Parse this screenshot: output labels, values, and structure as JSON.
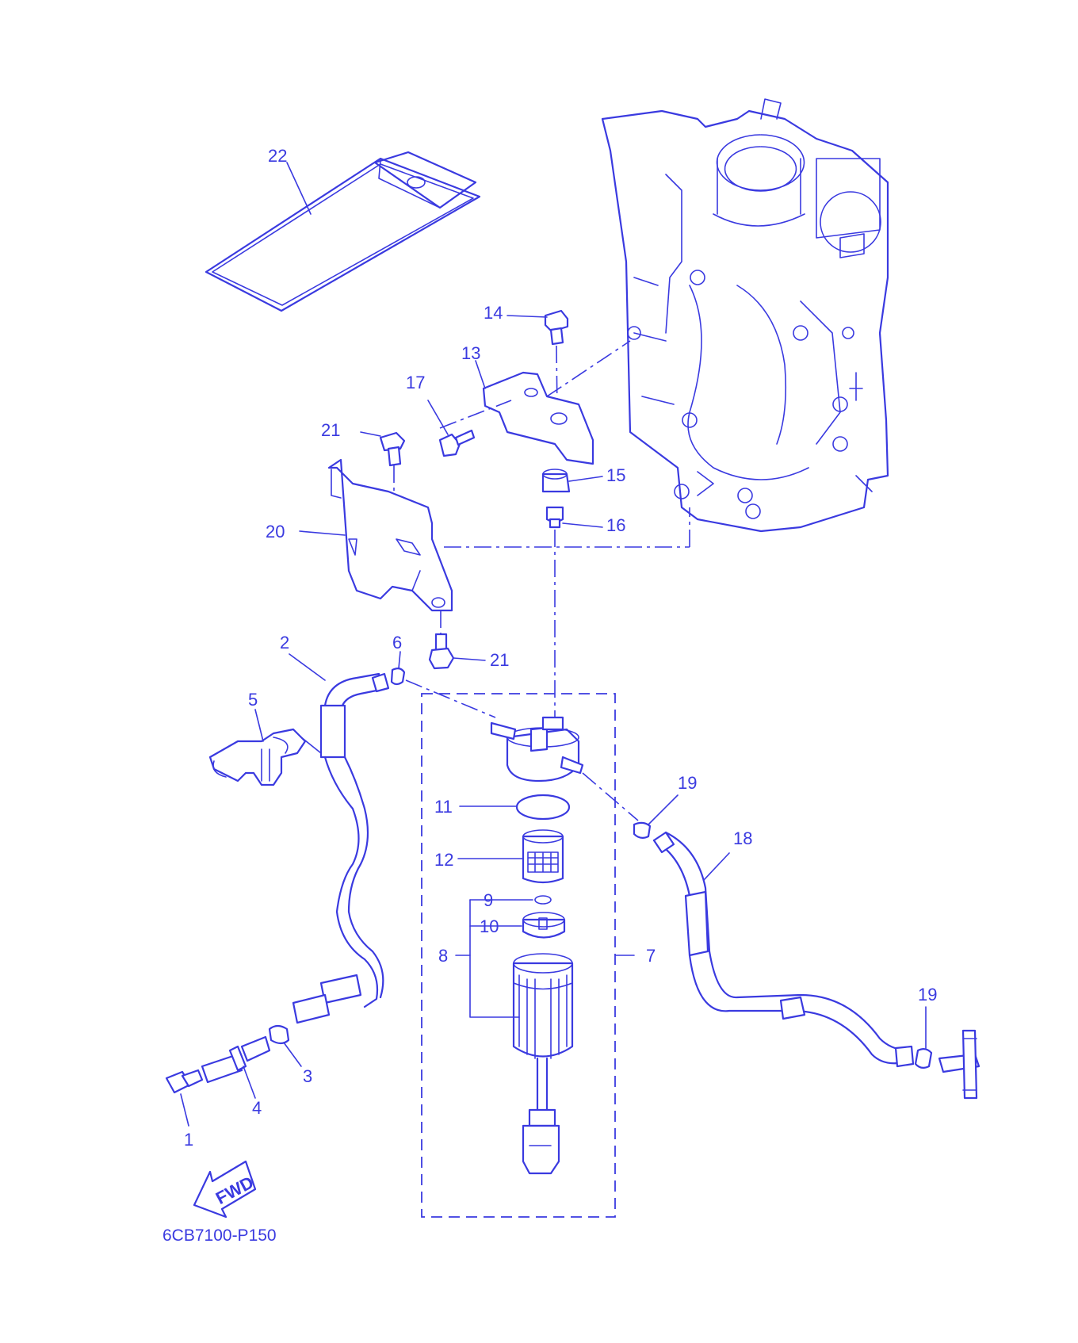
{
  "diagram_code": "6CB7100-P150",
  "fwd_label": "FWD",
  "parts": [
    "1",
    "2",
    "3",
    "4",
    "5",
    "6",
    "7",
    "8",
    "9",
    "10",
    "11",
    "12",
    "13",
    "14",
    "15",
    "16",
    "17",
    "18",
    "19",
    "20",
    "21",
    "22"
  ],
  "accent_color": "#3a3ae0"
}
